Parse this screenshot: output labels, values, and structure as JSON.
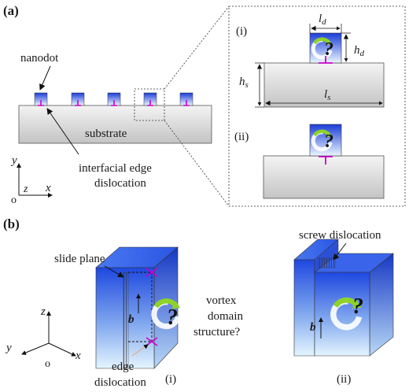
{
  "panel_a": {
    "tag": "(a)",
    "nanodot_label": "nanodot",
    "substrate_label": "substrate",
    "dislocation_label_line1": "interfacial edge",
    "dislocation_label_line2": "dislocation",
    "axis_y": "y",
    "axis_x": "x",
    "axis_z": "z",
    "axis_origin": "o",
    "inset": {
      "case_i": "(i)",
      "case_ii": "(ii)",
      "ld": "l",
      "ld_sub": "d",
      "hd": "h",
      "hd_sub": "d",
      "hs": "h",
      "hs_sub": "s",
      "ls": "l",
      "ls_sub": "s",
      "question": "?"
    }
  },
  "panel_b": {
    "tag": "(b)",
    "slide_plane_label": "slide plane",
    "edge_label_line1": "edge",
    "edge_label_line2": "dislocation",
    "vortex_line1": "vortex",
    "vortex_line2": "domain",
    "vortex_line3": "structure?",
    "screw_label": "screw dislocation",
    "case_i": "(i)",
    "case_ii": "(ii)",
    "burgers": "b",
    "question": "?",
    "axis_z": "z",
    "axis_y": "y",
    "axis_x": "x",
    "axis_origin": "o"
  },
  "colors": {
    "dot_top": "#1f3fd0",
    "dot_bottom": "#e8f4ff",
    "dislocation": "#cc00cc",
    "swirl": "#8ed22a",
    "substrate": "#d8d8d8"
  }
}
